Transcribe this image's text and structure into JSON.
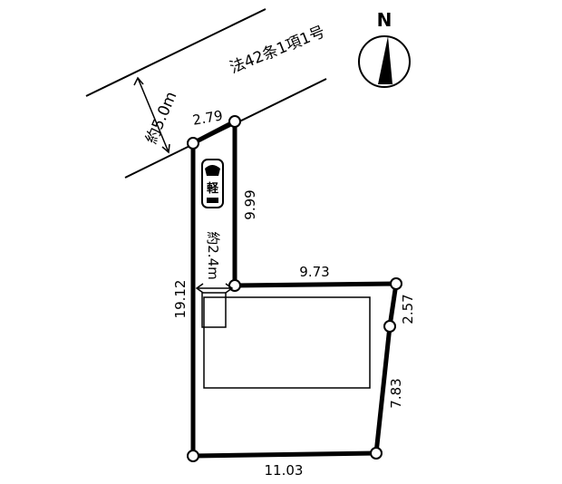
{
  "compass": {
    "label": "N"
  },
  "road": {
    "width_label": "約5.0m",
    "law_label": "法42条1項1号"
  },
  "car": {
    "label": "軽"
  },
  "driveway": {
    "width_label": "約2.4m"
  },
  "dimensions": {
    "top": "2.79",
    "flag_pole_right": "9.99",
    "upper_right": "9.73",
    "right_short": "2.57",
    "right_long": "7.83",
    "bottom": "11.03",
    "left": "19.12"
  },
  "colors": {
    "line": "#000000",
    "background": "#ffffff"
  }
}
